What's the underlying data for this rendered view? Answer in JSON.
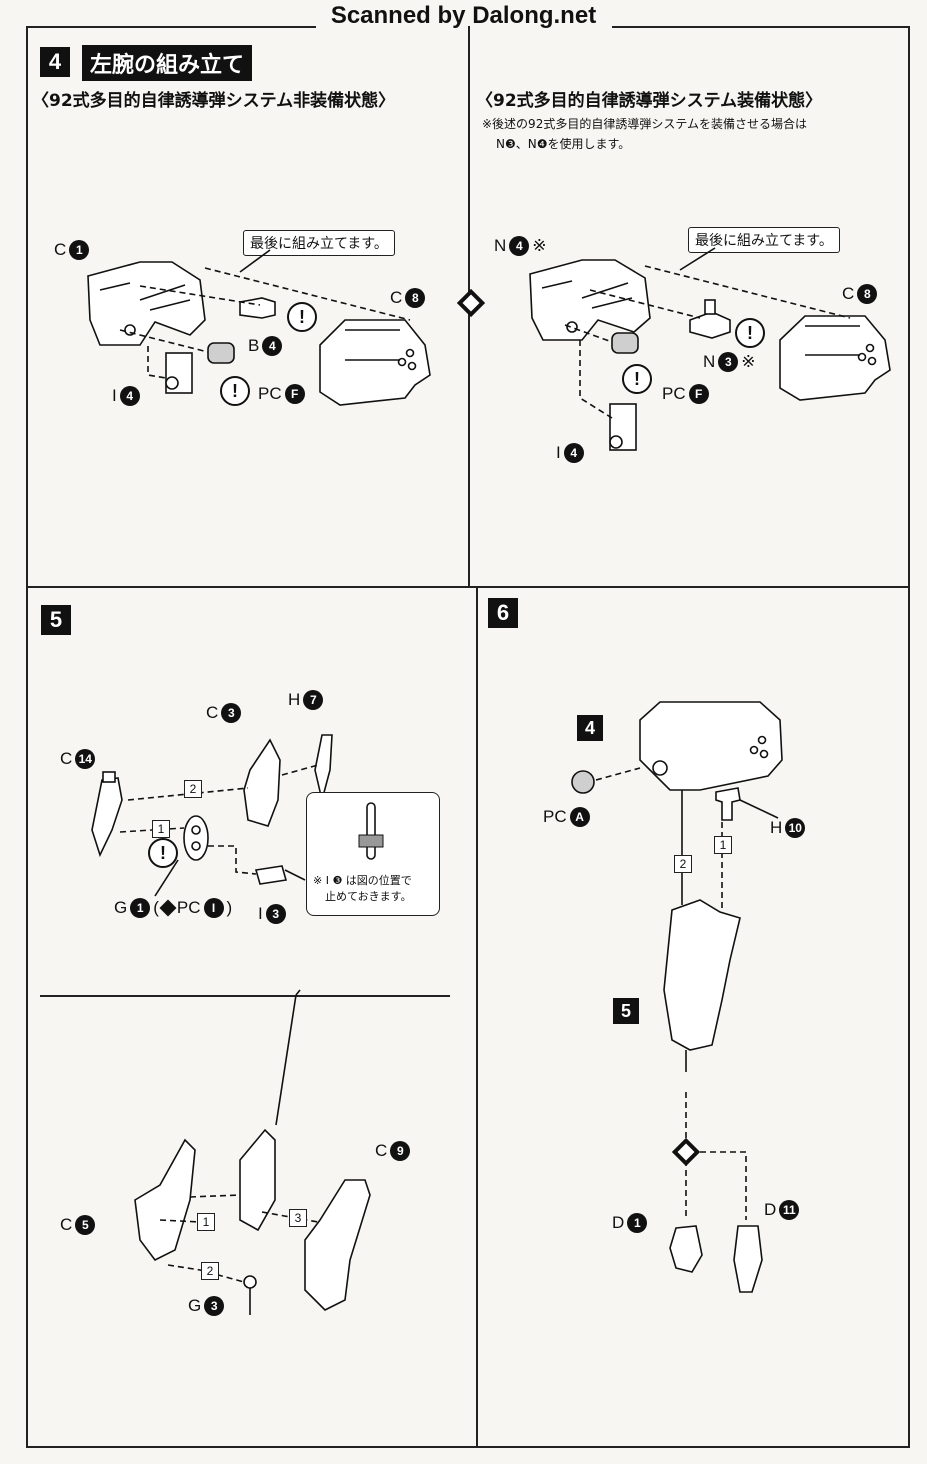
{
  "header": {
    "watermark": "Scanned by Dalong.net"
  },
  "step4": {
    "number": "4",
    "title": "左腕の組み立て",
    "left_subtitle": "〈92式多目的自律誘導弾システム非装備状態〉",
    "right_subtitle": "〈92式多目的自律誘導弾システム装備状態〉",
    "right_note_line1": "※後述の92式多目的自律誘導弾システムを装備させる場合は",
    "right_note_line2": "N❸、N❹を使用します。",
    "callout_left": "最後に組み立てます。",
    "callout_right": "最後に組み立てます。",
    "left_parts": [
      {
        "letter": "C",
        "num": "1"
      },
      {
        "letter": "C",
        "num": "8"
      },
      {
        "letter": "B",
        "num": "4"
      },
      {
        "letter": "I",
        "num": "4"
      },
      {
        "letter": "PC",
        "num": "F"
      }
    ],
    "right_parts": [
      {
        "letter": "N",
        "num": "4",
        "suffix": "※"
      },
      {
        "letter": "C",
        "num": "8"
      },
      {
        "letter": "N",
        "num": "3",
        "suffix": "※"
      },
      {
        "letter": "PC",
        "num": "F"
      },
      {
        "letter": "I",
        "num": "4"
      }
    ],
    "warn_mark": "!"
  },
  "step5": {
    "number": "5",
    "parts": [
      {
        "letter": "C",
        "num": "3"
      },
      {
        "letter": "H",
        "num": "7"
      },
      {
        "letter": "C",
        "num": "14"
      },
      {
        "letter": "I",
        "num": "3"
      },
      {
        "letter": "C",
        "num": "9"
      },
      {
        "letter": "C",
        "num": "5"
      },
      {
        "letter": "G",
        "num": "3"
      }
    ],
    "g1_label_prefix": "G",
    "g1_num": "1",
    "g1_pc_open": "(",
    "g1_pc_text": "PC",
    "g1_pc_num": "I",
    "g1_pc_close": ")",
    "inset_note_line1": "※ I ❸ は図の位置で",
    "inset_note_line2": "止めておきます。",
    "order": [
      "1",
      "2",
      "3"
    ]
  },
  "step6": {
    "number": "6",
    "sub4": "4",
    "sub5": "5",
    "parts": [
      {
        "letter": "PC",
        "num": "A"
      },
      {
        "letter": "H",
        "num": "10"
      },
      {
        "letter": "D",
        "num": "1"
      },
      {
        "letter": "D",
        "num": "11"
      }
    ],
    "order": [
      "1",
      "2"
    ]
  },
  "colors": {
    "ink": "#111111",
    "paper": "#f7f6f2",
    "faint": "#d8d8d8"
  }
}
